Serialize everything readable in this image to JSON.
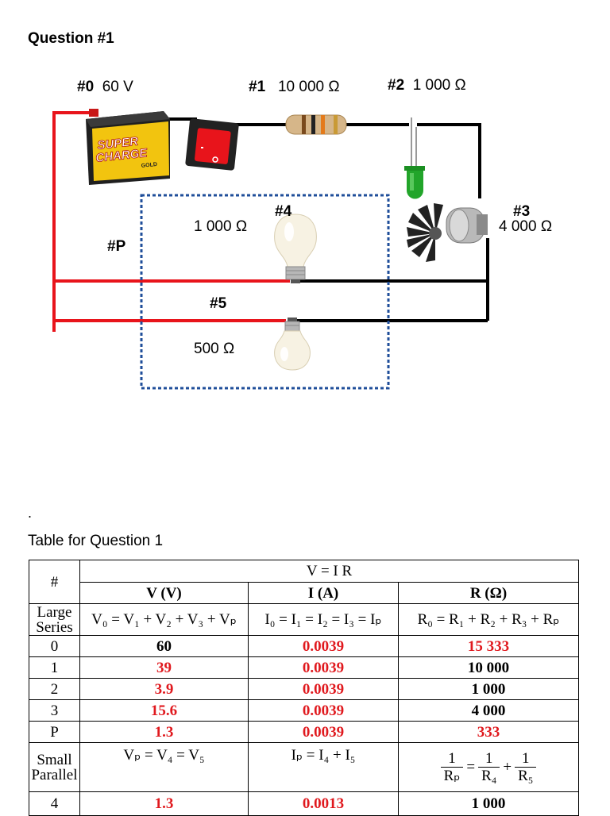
{
  "heading": "Question #1",
  "circuit": {
    "labels": {
      "c0_id": "#0",
      "c0_val": "60 V",
      "c1_id": "#1",
      "c1_val": "10 000 Ω",
      "c2_id": "#2",
      "c2_val": "1 000 Ω",
      "c3_id": "#3",
      "c3_val": "4 000 Ω",
      "c4_id": "#4",
      "c4_val": "1 000 Ω",
      "c5_id": "#5",
      "c5_val": "500 Ω",
      "p_id": "#P"
    },
    "battery": {
      "brand_line1": "SUPER",
      "brand_line2": "CHARGE",
      "tag": "GOLD"
    },
    "colors": {
      "positive_wire": "#e8141b",
      "negative_wire": "#000000",
      "group_box": "#1f4e9a",
      "led": "#22a52a",
      "switch": "#e8141b"
    }
  },
  "dot": ".",
  "table_title": "Table for Question 1",
  "table": {
    "formula_header": "V = I R",
    "hash_header": "#",
    "col_headers": [
      "V (V)",
      "I (A)",
      "R (Ω)"
    ],
    "large_series_label": "Large Series",
    "large_series_eqs": [
      "V₀ = V₁ + V₂ + V₃ + Vₚ",
      "I₀ = I₁ = I₂ = I₃ = Iₚ",
      "R₀ = R₁ + R₂ + R₃ + Rₚ"
    ],
    "rows": [
      {
        "id": "0",
        "v": "60",
        "i": "0.0039",
        "r": "15 333"
      },
      {
        "id": "1",
        "v": "39",
        "i": "0.0039",
        "r": "10 000"
      },
      {
        "id": "2",
        "v": "3.9",
        "i": "0.0039",
        "r": "1 000"
      },
      {
        "id": "3",
        "v": "15.6",
        "i": "0.0039",
        "r": "4 000"
      },
      {
        "id": "P",
        "v": "1.3",
        "i": "0.0039",
        "r": "333"
      }
    ],
    "small_parallel_label": "Small Parallel",
    "small_parallel_eqs": {
      "v": "Vₚ = V₄ = V₅",
      "i": "Iₚ = I₄ + I₅"
    },
    "small_parallel_r": {
      "one": "1",
      "rp": "Rₚ",
      "r4": "R₄",
      "r5": "R₅",
      "eq": "=",
      "plus": "+"
    },
    "last_row": {
      "id": "4",
      "v": "1.3",
      "i": "0.0013",
      "r": "1 000"
    }
  }
}
